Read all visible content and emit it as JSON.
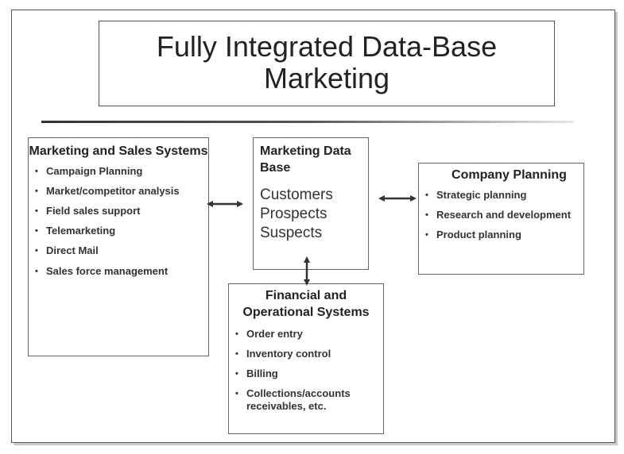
{
  "title": {
    "text": "Fully Integrated Data-Base Marketing"
  },
  "marketing_sales": {
    "title": "Marketing and Sales Systems",
    "items": [
      "Campaign Planning",
      "Market/competitor analysis",
      "Field sales support",
      "Telemarketing",
      "Direct Mail",
      "Sales force management"
    ]
  },
  "marketing_database": {
    "title": "Marketing Data Base",
    "items": [
      "Customers",
      "Prospects",
      "Suspects"
    ]
  },
  "company_planning": {
    "title": "Company Planning",
    "items": [
      "Strategic planning",
      "Research and development",
      "Product planning"
    ]
  },
  "financial_operational": {
    "title": "Financial and Operational Systems",
    "items": [
      "Order entry",
      "Inventory control",
      "Billing",
      "Collections/accounts receivables, etc."
    ]
  },
  "colors": {
    "border": "#555555",
    "text": "#222222",
    "arrow": "#333333"
  }
}
